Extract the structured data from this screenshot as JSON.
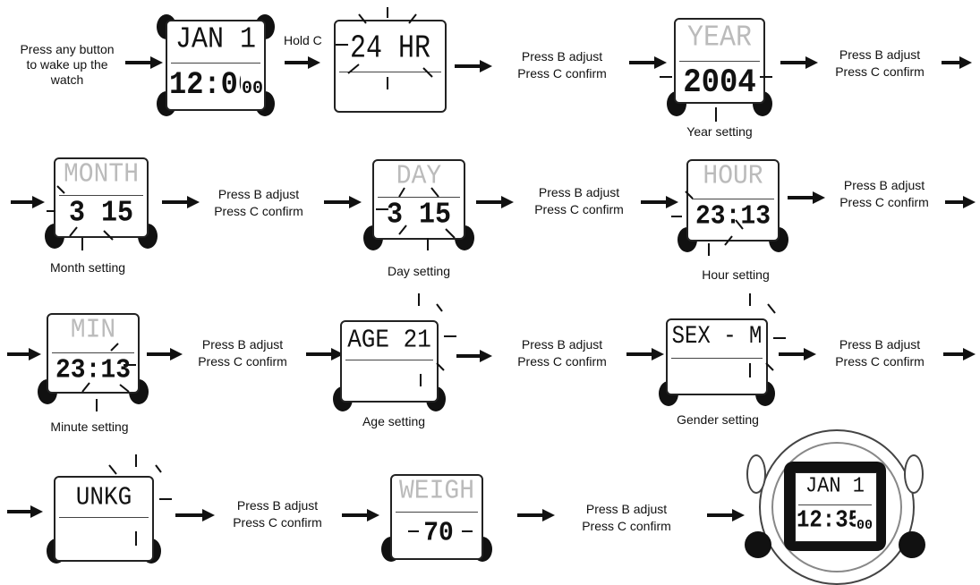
{
  "texts": {
    "wake": "Press any button to wake up the watch",
    "hold_c": "Hold C",
    "adjust": "Press B adjust",
    "confirm": "Press C confirm"
  },
  "captions": {
    "year": "Year setting",
    "month": "Month setting",
    "day": "Day setting",
    "hour": "Hour setting",
    "minute": "Minute setting",
    "age": "Age setting",
    "gender": "Gender setting"
  },
  "displays": {
    "start": {
      "top": "JAN  1",
      "bottom": "12:00",
      "seconds": "00"
    },
    "mode": {
      "top": "24 HR"
    },
    "year": {
      "top": "YEAR",
      "bottom": "2004"
    },
    "month": {
      "top": "MONTH",
      "bottom": "3 15"
    },
    "day": {
      "top": "DAY",
      "bottom": "3 15"
    },
    "hour": {
      "top": "HOUR",
      "bottom": "23:13"
    },
    "minute": {
      "top": "MIN",
      "bottom": "23:13"
    },
    "age": {
      "top": "AGE 21"
    },
    "gender": {
      "top": "SEX - M"
    },
    "unit": {
      "top": "UNKG"
    },
    "weight": {
      "top": "WEIGH",
      "bottom": "70"
    },
    "final": {
      "top": "JAN  1",
      "bottom": "12:35",
      "seconds": "00"
    }
  },
  "colors": {
    "ink": "#111111",
    "ghost_segment": "#bbbbbb"
  }
}
